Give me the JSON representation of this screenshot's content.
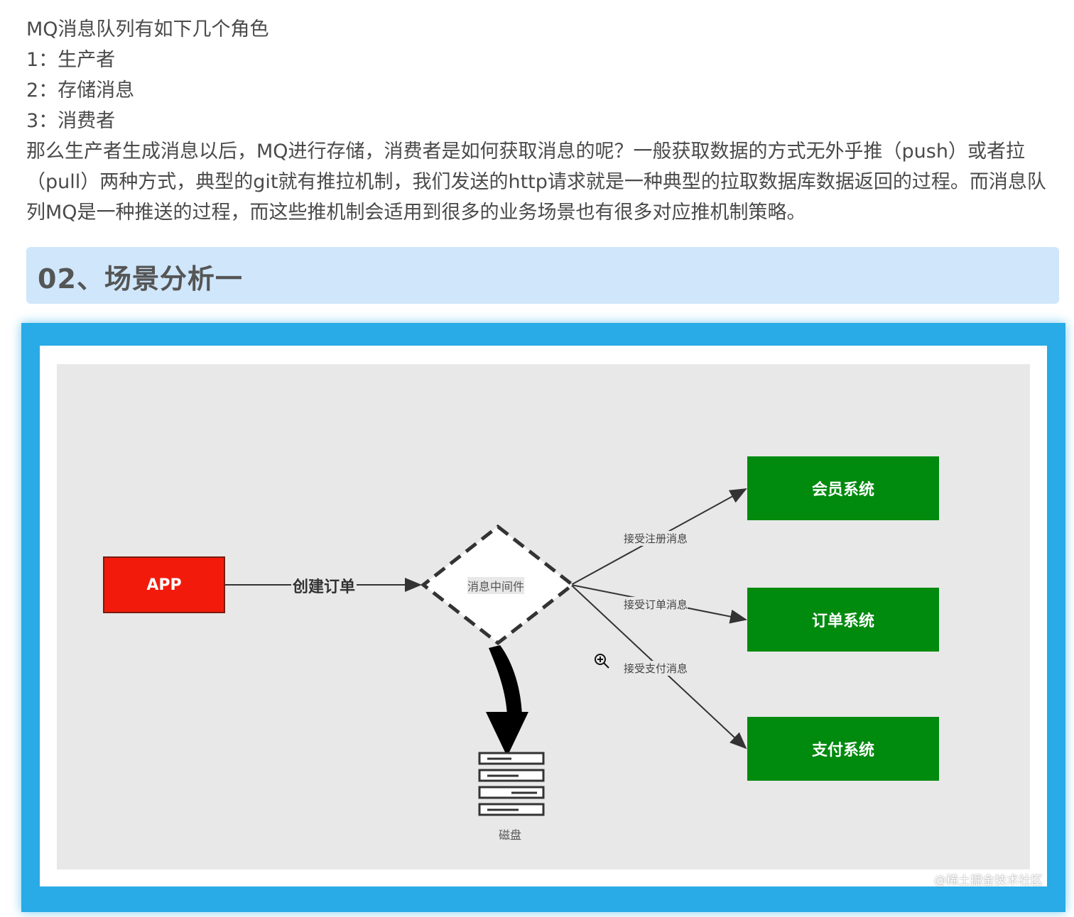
{
  "intro": {
    "heading": "MQ消息队列有如下几个角色",
    "roles": [
      "1：生产者",
      "2：存储消息",
      "3：消费者"
    ],
    "paragraph": "那么生产者生成消息以后，MQ进行存储，消费者是如何获取消息的呢？一般获取数据的方式无外乎推（push）或者拉（pull）两种方式，典型的git就有推拉机制，我们发送的http请求就是一种典型的拉取数据库数据返回的过程。而消息队列MQ是一种推送的过程，而这些推机制会适用到很多的业务场景也有很多对应推机制策略。"
  },
  "section": {
    "title": "02、场景分析一"
  },
  "diagram": {
    "app": "APP",
    "create_order": "创建订单",
    "middleware": "消息中间件",
    "disk": "磁盘",
    "systems": {
      "member": "会员系统",
      "order": "订单系统",
      "pay": "支付系统"
    },
    "edges": {
      "register": "接受注册消息",
      "order_msg": "接受订单消息",
      "pay_msg": "接受支付消息"
    }
  },
  "watermark": "@稀土掘金技术社区",
  "colors": {
    "section_bg": "#cfe6fb",
    "frame": "#28abe6",
    "app_red": "#f21b0b",
    "system_green": "#008a0e"
  }
}
